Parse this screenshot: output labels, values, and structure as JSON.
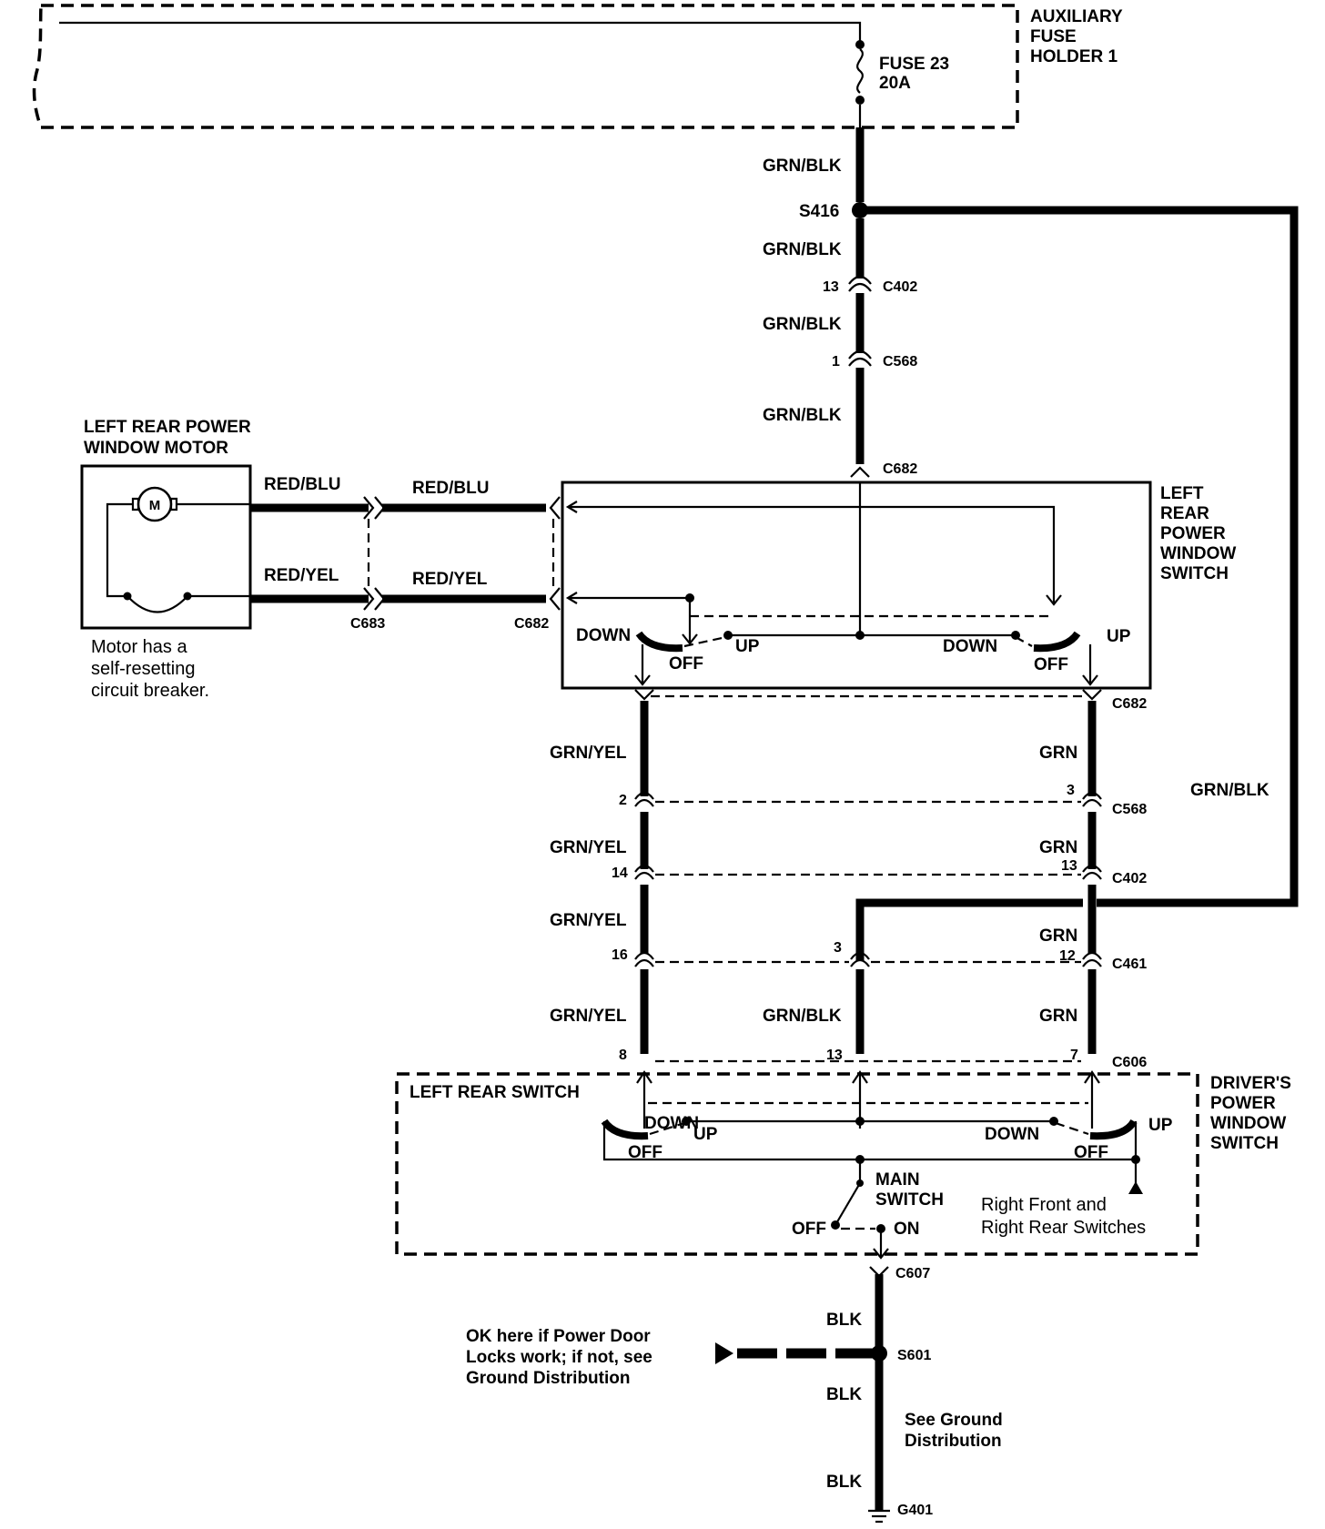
{
  "labels": {
    "aux_fuse_holder": [
      "AUXILIARY",
      "FUSE",
      "HOLDER 1"
    ],
    "fuse_name": "FUSE 23",
    "fuse_rating": "20A",
    "s416": "S416",
    "c402": "C402",
    "c568": "C568",
    "c682": "C682",
    "c683": "C683",
    "c461": "C461",
    "c606": "C606",
    "c607": "C607",
    "s601": "S601",
    "g401": "G401",
    "motor_title": [
      "LEFT REAR POWER",
      "WINDOW MOTOR"
    ],
    "motor_symbol": "M",
    "motor_note": [
      "Motor has a",
      "self-resetting",
      "circuit breaker."
    ],
    "lr_switch_title": [
      "LEFT",
      "REAR",
      "POWER",
      "WINDOW",
      "SWITCH"
    ],
    "drivers_switch_title": [
      "DRIVER'S",
      "POWER",
      "WINDOW",
      "SWITCH"
    ],
    "left_rear_switch": "LEFT REAR SWITCH",
    "main_switch": [
      "MAIN",
      "SWITCH"
    ],
    "right_switches": [
      "Right Front and",
      "Right Rear Switches"
    ],
    "down": "DOWN",
    "up": "UP",
    "off": "OFF",
    "on": "ON",
    "ground_note": [
      "OK here if Power Door",
      "Locks work; if not, see",
      "Ground Distribution"
    ],
    "see_ground": [
      "See Ground",
      "Distribution"
    ]
  },
  "wires": {
    "grn_blk": "GRN/BLK",
    "red_blu": "RED/BLU",
    "red_yel": "RED/YEL",
    "grn_yel": "GRN/YEL",
    "grn": "GRN",
    "blk": "BLK"
  },
  "pins": {
    "c402_top": "13",
    "c568_top": "1",
    "c568_left": "2",
    "c568_right": "3",
    "c402_left": "14",
    "c402_right": "13",
    "c461_left": "16",
    "c461_mid": "3",
    "c461_right": "12",
    "c606_left": "8",
    "c606_mid": "13",
    "c606_right": "7"
  },
  "colors": {
    "ink": "#000000",
    "paper": "#ffffff"
  }
}
